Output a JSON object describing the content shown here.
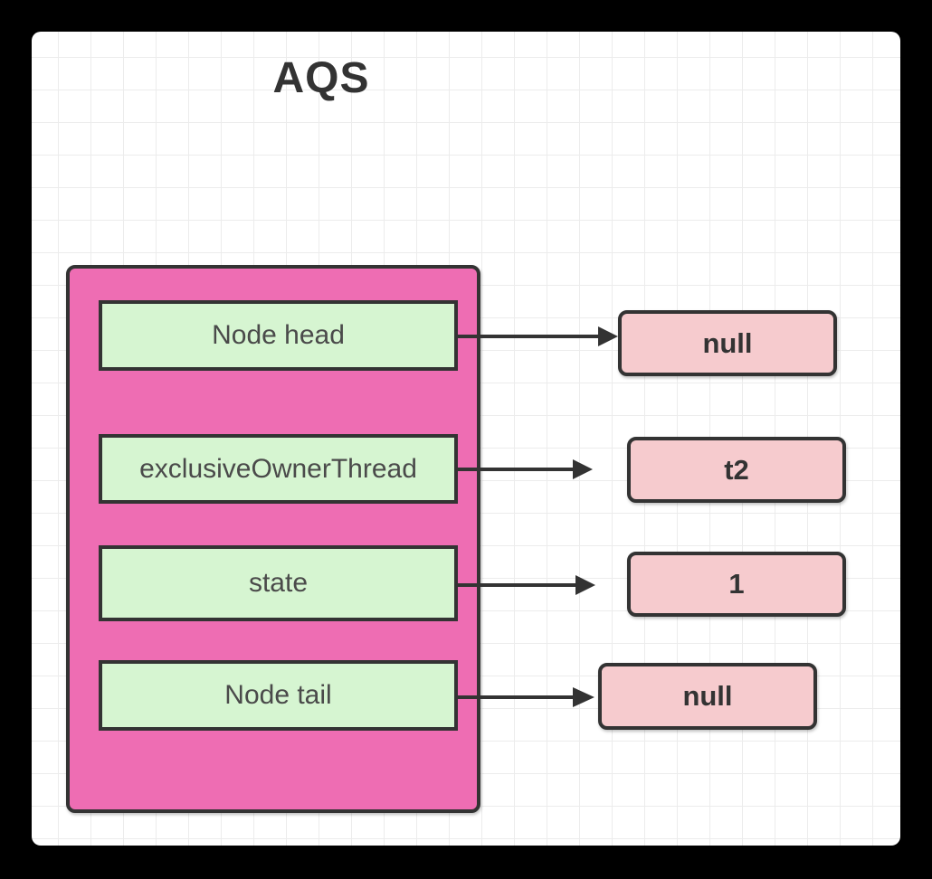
{
  "title": "AQS",
  "fields": [
    {
      "label": "Node head",
      "value": "null"
    },
    {
      "label": "exclusiveOwnerThread",
      "value": "t2"
    },
    {
      "label": "state",
      "value": "1"
    },
    {
      "label": "Node tail",
      "value": "null"
    }
  ],
  "colors": {
    "frame": "#000000",
    "canvas_background": "#ffffff",
    "grid_line": "#ececec",
    "container_fill": "#ee6db3",
    "field_fill": "#d6f5d1",
    "value_fill": "#f6cbce",
    "border_stroke": "#333333",
    "label_text": "#4a4a4a",
    "value_text": "#333333"
  }
}
